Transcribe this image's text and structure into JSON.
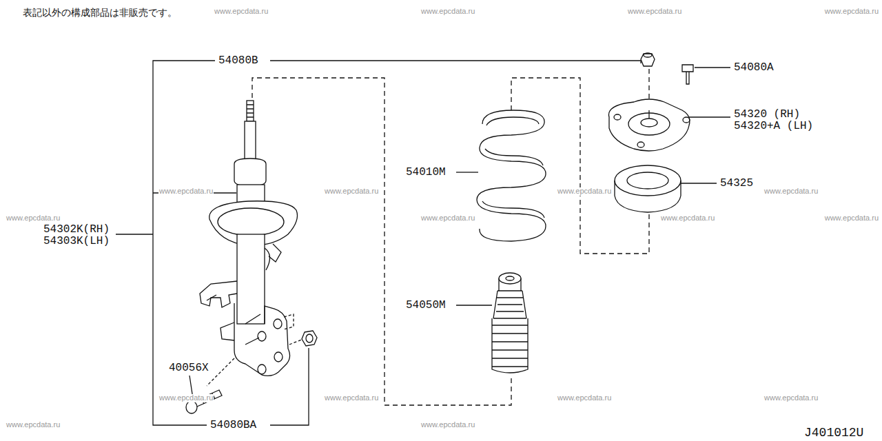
{
  "diagram": {
    "labels": [
      "表記以外の構成部品は非販売です。",
      "54080B",
      "54080A",
      "54320 (RH)",
      "54320+A (LH)",
      "54010M",
      "54325",
      "54302K(RH)",
      "54303K(LH)",
      "54050M",
      "40056X",
      "54080BA",
      "J401012U",
      "www.epcdata.ru",
      "www.epcdata.ru",
      "www.epcdata.ru",
      "www.epcdata.ru",
      "www.epcdata.ru",
      "www.epcdata.ru",
      "www.epcdata.ru",
      "www.epcdata.ru",
      "www.epcdata.ru",
      "www.epcdata.ru",
      "www.epcdata.ru",
      "www.epcdata.ru",
      "www.epcdata.ru",
      "www.epcdata.ru",
      "www.epcdata.ru",
      "www.epcdata.ru",
      "www.epcdata.ru",
      "www.epcdata.ru"
    ]
  }
}
